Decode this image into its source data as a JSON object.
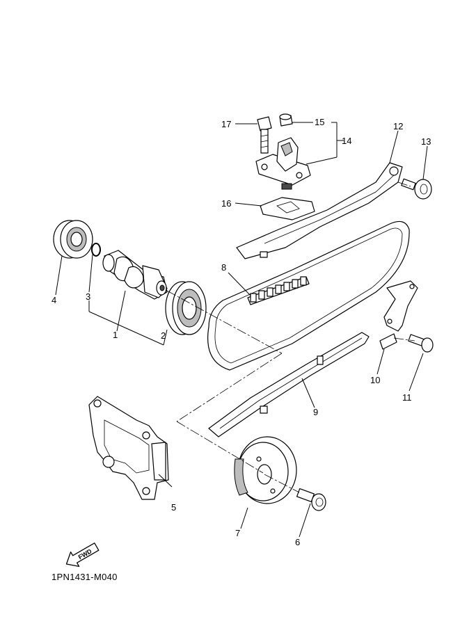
{
  "diagram_code": "1PN1431-M040",
  "fwd_label": "FWD",
  "callouts": [
    {
      "id": "1",
      "label": "1"
    },
    {
      "id": "2",
      "label": "2"
    },
    {
      "id": "3",
      "label": "3"
    },
    {
      "id": "4",
      "label": "4"
    },
    {
      "id": "5",
      "label": "5"
    },
    {
      "id": "6",
      "label": "6"
    },
    {
      "id": "7",
      "label": "7"
    },
    {
      "id": "8",
      "label": "8"
    },
    {
      "id": "9",
      "label": "9"
    },
    {
      "id": "10",
      "label": "10"
    },
    {
      "id": "11",
      "label": "11"
    },
    {
      "id": "12",
      "label": "12"
    },
    {
      "id": "13",
      "label": "13"
    },
    {
      "id": "14",
      "label": "14"
    },
    {
      "id": "15",
      "label": "15"
    },
    {
      "id": "16",
      "label": "16"
    },
    {
      "id": "17",
      "label": "17"
    }
  ]
}
